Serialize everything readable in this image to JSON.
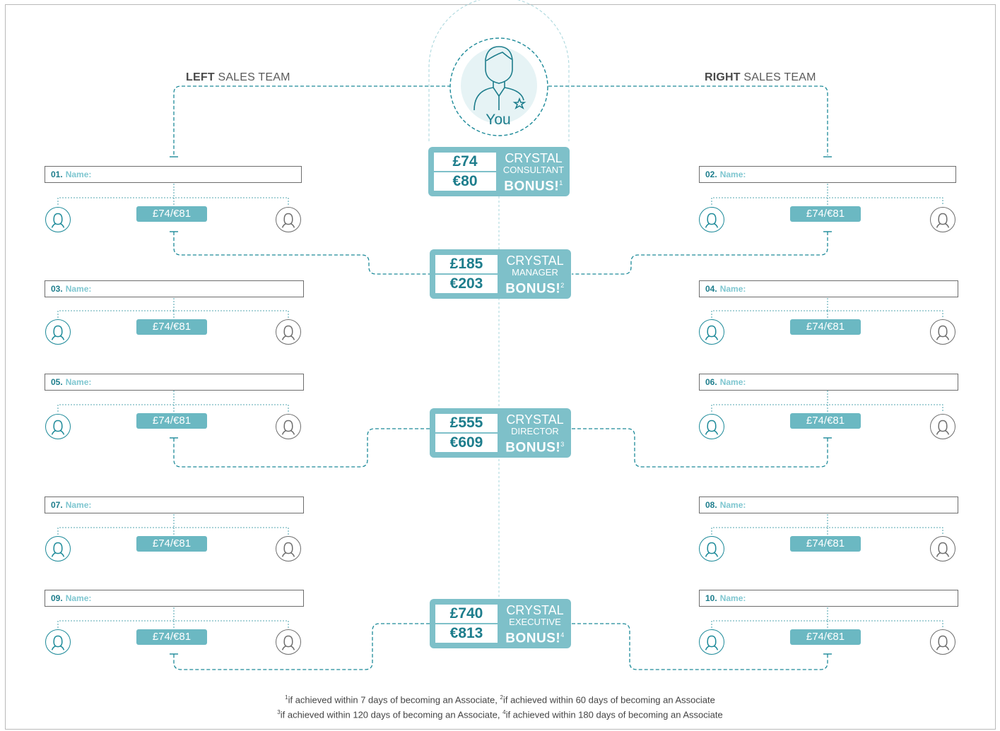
{
  "teams": {
    "left": {
      "bold": "LEFT",
      "rest": " SALES TEAM"
    },
    "right": {
      "bold": "RIGHT",
      "rest": " SALES TEAM"
    }
  },
  "you": {
    "label": "You"
  },
  "name_label": "Name:",
  "members": [
    {
      "num": "01.",
      "side": "left"
    },
    {
      "num": "02.",
      "side": "right"
    },
    {
      "num": "03.",
      "side": "left"
    },
    {
      "num": "04.",
      "side": "right"
    },
    {
      "num": "05.",
      "side": "left"
    },
    {
      "num": "06.",
      "side": "right"
    },
    {
      "num": "07.",
      "side": "left"
    },
    {
      "num": "08.",
      "side": "right"
    },
    {
      "num": "09.",
      "side": "left"
    },
    {
      "num": "10.",
      "side": "right"
    }
  ],
  "member_bonus": "£74/€81",
  "bonuses": [
    {
      "gbp": "£74",
      "eur": "€80",
      "line1": "CRYSTAL",
      "line2": "CONSULTANT",
      "line3": "BONUS!",
      "note": "1"
    },
    {
      "gbp": "£185",
      "eur": "€203",
      "line1": "CRYSTAL",
      "line2": "MANAGER",
      "line3": "BONUS!",
      "note": "2"
    },
    {
      "gbp": "£555",
      "eur": "€609",
      "line1": "CRYSTAL",
      "line2": "DIRECTOR",
      "line3": "BONUS!",
      "note": "3"
    },
    {
      "gbp": "£740",
      "eur": "€813",
      "line1": "CRYSTAL",
      "line2": "EXECUTIVE",
      "line3": "BONUS!",
      "note": "4"
    }
  ],
  "footnotes": {
    "n1": "1",
    "t1": "if achieved within 7 days of becoming an Associate,",
    "n2": "2",
    "t2": "if achieved within 60 days of becoming an Associate",
    "n3": "3",
    "t3": "if achieved within 120 days of becoming an Associate,",
    "n4": "4",
    "t4": "if achieved within 180 days of becoming an Associate"
  },
  "colors": {
    "teal": "#1d7d8c",
    "light_teal": "#7ec0c9",
    "grey": "#6e6e6e"
  }
}
